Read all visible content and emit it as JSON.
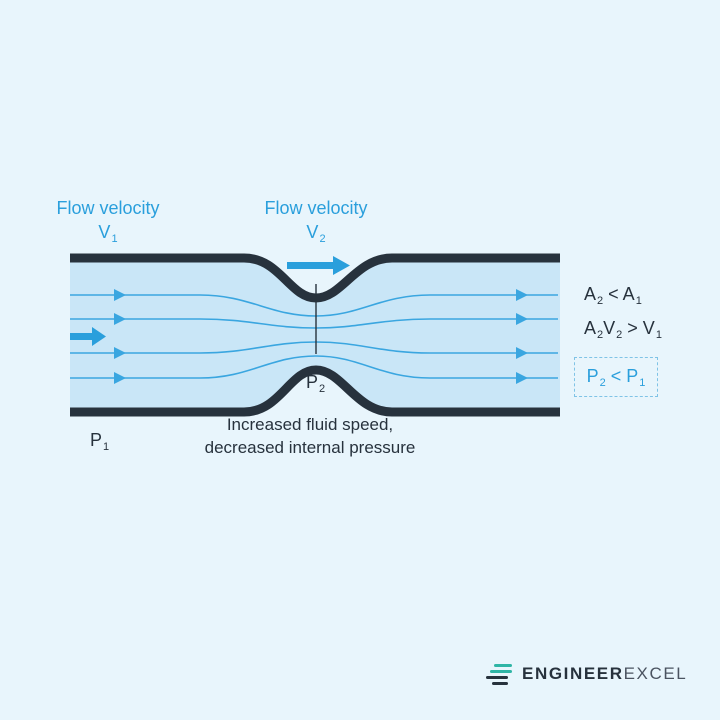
{
  "labels": {
    "inlet_velocity": {
      "text": "Flow velocity",
      "symbol": "V",
      "subscript": "1"
    },
    "throat_velocity": {
      "text": "Flow velocity",
      "symbol": "V",
      "subscript": "2"
    },
    "inlet_pressure": {
      "symbol": "P",
      "subscript": "1"
    },
    "throat_pressure": {
      "symbol": "P",
      "subscript": "2"
    }
  },
  "relations": {
    "area": {
      "a": "A",
      "a_sub": "2",
      "op": " < ",
      "b": "A",
      "b_sub": "1"
    },
    "velocity": {
      "a": "A",
      "a_sub": "2",
      "b": "V",
      "b_sub": "2",
      "op": " > ",
      "c": "V",
      "c_sub": "1"
    },
    "pressure": {
      "a": "P",
      "a_sub": "2",
      "op": " < ",
      "b": "P",
      "b_sub": "1"
    }
  },
  "note": {
    "line1": "Increased fluid speed,",
    "line2": "decreased internal pressure"
  },
  "brand": {
    "part1": "ENGINEER",
    "part2": "EXCEL"
  },
  "colors": {
    "background": "#e8f5fc",
    "pipe_wall": "#27323d",
    "fluid": "#c9e6f7",
    "streamline": "#3aa6e0",
    "label_blue": "#2a9fdc",
    "text_dark": "#27323d"
  }
}
